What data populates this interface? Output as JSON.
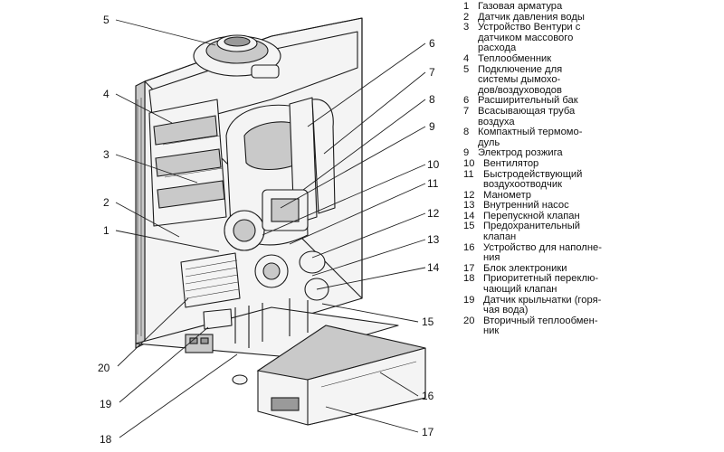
{
  "callouts": [
    "5",
    "4",
    "3",
    "2",
    "1",
    "20",
    "19",
    "18",
    "6",
    "7",
    "8",
    "9",
    "10",
    "11",
    "12",
    "13",
    "14",
    "15",
    "16",
    "17"
  ],
  "legend": [
    {
      "num": "1",
      "text": "Газовая арматура"
    },
    {
      "num": "2",
      "text": "Датчик давления воды"
    },
    {
      "num": "3",
      "text": "Устройство Вентури с\nдатчиком массового\nрасхода"
    },
    {
      "num": "4",
      "text": "Теплообменник"
    },
    {
      "num": "5",
      "text": "Подключение для\nсистемы дымохо-\nдов/воздуховодов"
    },
    {
      "num": "6",
      "text": "Расширительный бак"
    },
    {
      "num": "7",
      "text": "Всасывающая труба\nвоздуха"
    },
    {
      "num": "8",
      "text": "Компактный термомо-\nдуль"
    },
    {
      "num": "9",
      "text": "Электрод розжига"
    },
    {
      "num": "10",
      "text": "Вентилятор"
    },
    {
      "num": "11",
      "text": "Быстродействующий\nвоздухоотводчик"
    },
    {
      "num": "12",
      "text": "Манометр"
    },
    {
      "num": "13",
      "text": "Внутренний насос"
    },
    {
      "num": "14",
      "text": "Перепускной клапан"
    },
    {
      "num": "15",
      "text": "Предохранительный\nклапан"
    },
    {
      "num": "16",
      "text": "Устройство для наполне-\nния"
    },
    {
      "num": "17",
      "text": "Блок электроники"
    },
    {
      "num": "18",
      "text": "Приоритетный переклю-\nчающий клапан"
    },
    {
      "num": "19",
      "text": "Датчик крыльчатки (горя-\nчая вода)"
    },
    {
      "num": "20",
      "text": "Вторичный теплообмен-\nник"
    }
  ]
}
